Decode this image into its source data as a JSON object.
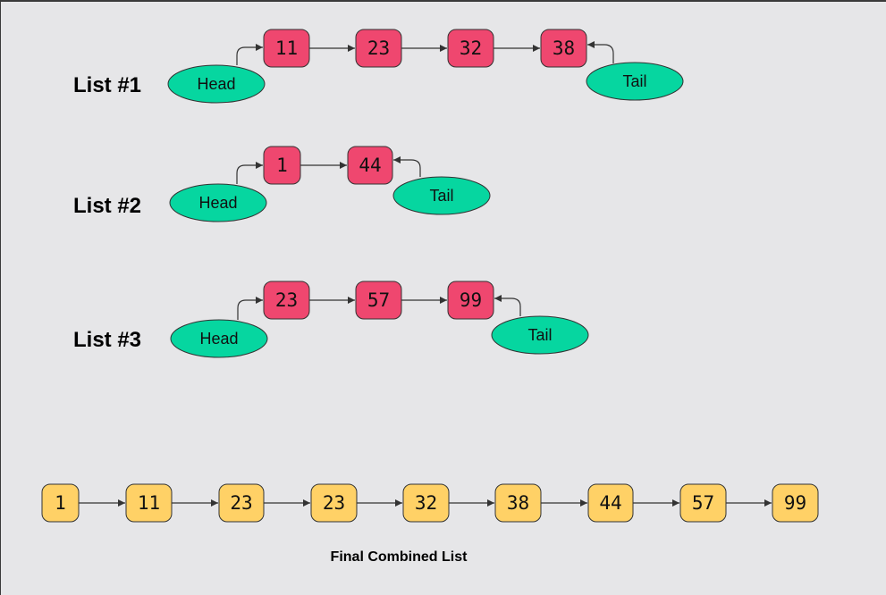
{
  "lists": [
    {
      "label": "List #1",
      "nodes": [
        "11",
        "23",
        "32",
        "38"
      ],
      "head_label": "Head",
      "tail_label": "Tail"
    },
    {
      "label": "List #2",
      "nodes": [
        "1",
        "44"
      ],
      "head_label": "Head",
      "tail_label": "Tail"
    },
    {
      "label": "List #3",
      "nodes": [
        "23",
        "57",
        "99"
      ],
      "head_label": "Head",
      "tail_label": "Tail"
    }
  ],
  "combined": {
    "nodes": [
      "1",
      "11",
      "23",
      "23",
      "32",
      "38",
      "44",
      "57",
      "99"
    ],
    "caption": "Final Combined List"
  },
  "colors": {
    "background": "#e6e6e8",
    "list_node": "#ef476f",
    "combined_node": "#ffd166",
    "pointer": "#06d6a0"
  }
}
